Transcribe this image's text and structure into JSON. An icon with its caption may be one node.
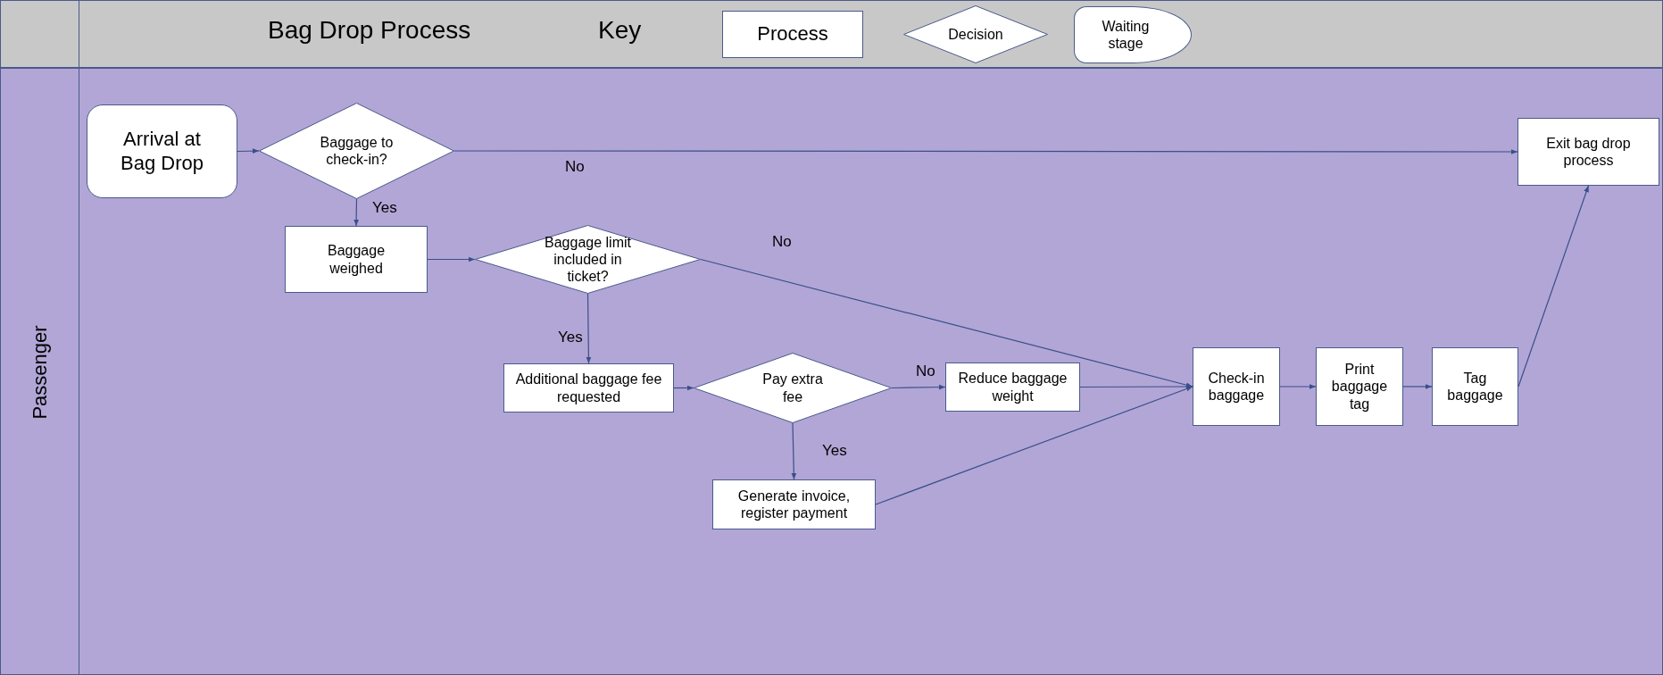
{
  "diagram": {
    "title": "Bag Drop Process",
    "nodes": [
      {
        "text": [
          "Passenger"
        ]
      },
      {
        "text": [
          "Arrival at Bag Drop"
        ],
        "in": 0
      },
      {
        "text": [
          "Baggage to check-in?"
        ],
        "in": 0
      },
      {
        "text": [
          "Baggage weighed"
        ],
        "in": 0
      },
      {
        "text": [
          "Baggage limit included in ticket?"
        ],
        "in": 0
      },
      {
        "text": [
          "Additional baggage fee requested"
        ],
        "in": 0
      },
      {
        "text": [
          "Pay extra fee"
        ],
        "in": 0
      },
      {
        "text": [
          "Reduce baggage weight"
        ],
        "in": 0
      },
      {
        "text": [
          "Generate invoice, register payment"
        ],
        "in": 0
      },
      {
        "text": [
          "Check-in baggage"
        ],
        "in": 0
      },
      {
        "text": [
          "Print baggage tag"
        ],
        "in": 0
      },
      {
        "text": [
          "Tag baggage"
        ],
        "in": 0
      },
      {
        "text": [
          "Exit bag drop process"
        ],
        "in": 0
      },
      {
        "text": [
          "Process"
        ]
      },
      {
        "text": [
          "Decision"
        ]
      },
      {
        "text": [
          "Waiting stage"
        ]
      }
    ],
    "edges": [
      {
        "from": 1,
        "to": 2,
        "arrow": "to"
      },
      {
        "from": 2,
        "to": 12,
        "arrow": "to",
        "label": "No"
      },
      {
        "from": 2,
        "to": 3,
        "arrow": "to",
        "label": "Yes"
      },
      {
        "from": 3,
        "to": 4,
        "arrow": "to"
      },
      {
        "from": 4,
        "to": 9,
        "arrow": "to",
        "label": "No"
      },
      {
        "from": 4,
        "to": 5,
        "arrow": "to",
        "label": "Yes"
      },
      {
        "from": 5,
        "to": 6,
        "arrow": "to"
      },
      {
        "from": 6,
        "to": 7,
        "arrow": "to",
        "label": "No"
      },
      {
        "from": 6,
        "to": 8,
        "arrow": "to",
        "label": "Yes"
      },
      {
        "from": 7,
        "to": 9,
        "arrow": "to"
      },
      {
        "from": 8,
        "to": 9,
        "arrow": "to"
      },
      {
        "from": 9,
        "to": 10,
        "arrow": "to"
      },
      {
        "from": 10,
        "to": 11,
        "arrow": "to"
      },
      {
        "from": 11,
        "to": 12,
        "arrow": "to"
      }
    ],
    "labels": [
      "Key"
    ]
  }
}
